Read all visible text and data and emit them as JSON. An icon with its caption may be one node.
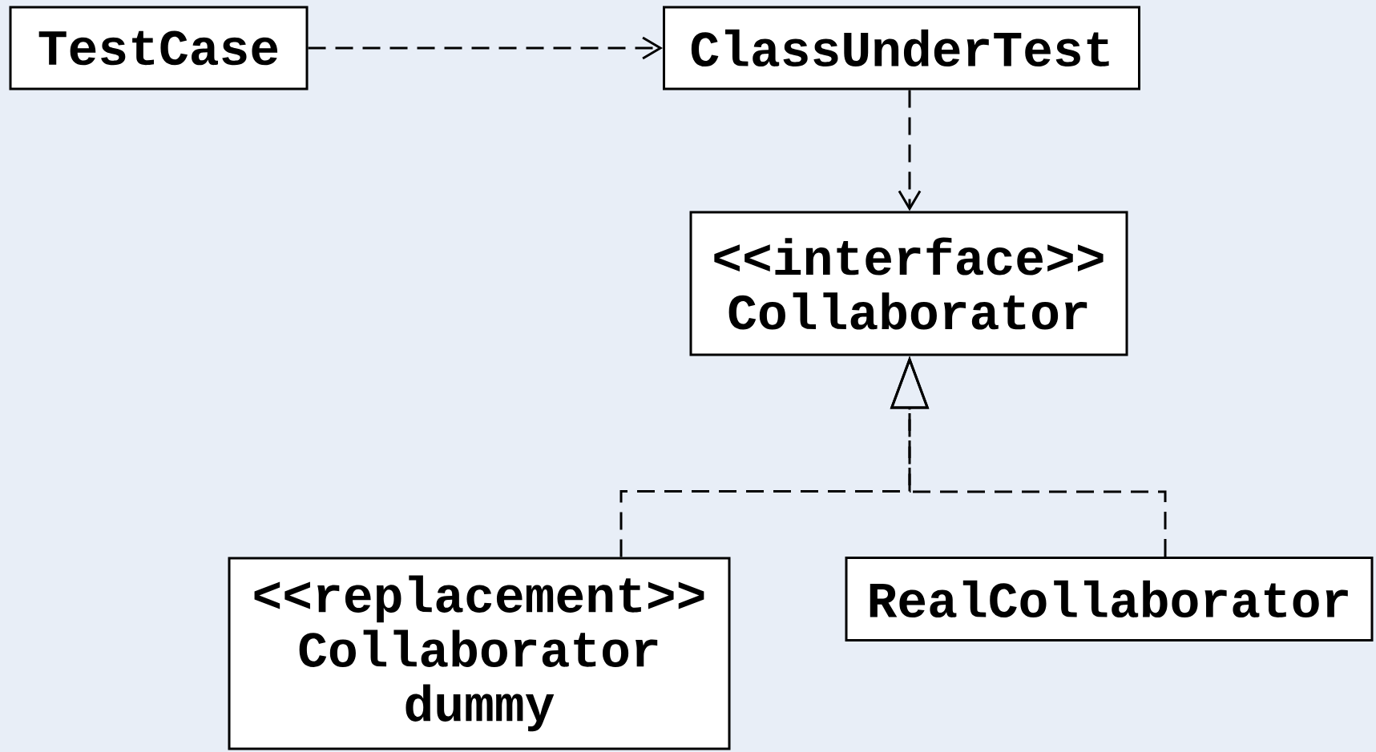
{
  "diagram": {
    "nodes": [
      {
        "text": [
          "TestCase"
        ]
      },
      {
        "text": [
          "ClassUnderTest"
        ]
      },
      {
        "text": [
          "<<interface>>",
          "Collaborator"
        ]
      },
      {
        "text": [
          "<<replacement>>",
          "Collaborator",
          "dummy"
        ]
      },
      {
        "text": [
          "RealCollaborator"
        ]
      }
    ],
    "edges": [
      {
        "from": 0,
        "to": 1,
        "arrow": "to",
        "style": "dashed"
      },
      {
        "from": 1,
        "to": 2,
        "arrow": "to",
        "style": "dashed"
      },
      {
        "from": 3,
        "to": 2,
        "arrow": "to",
        "style": "dashed"
      },
      {
        "from": 4,
        "to": 2,
        "arrow": "to",
        "style": "dashed"
      }
    ]
  }
}
